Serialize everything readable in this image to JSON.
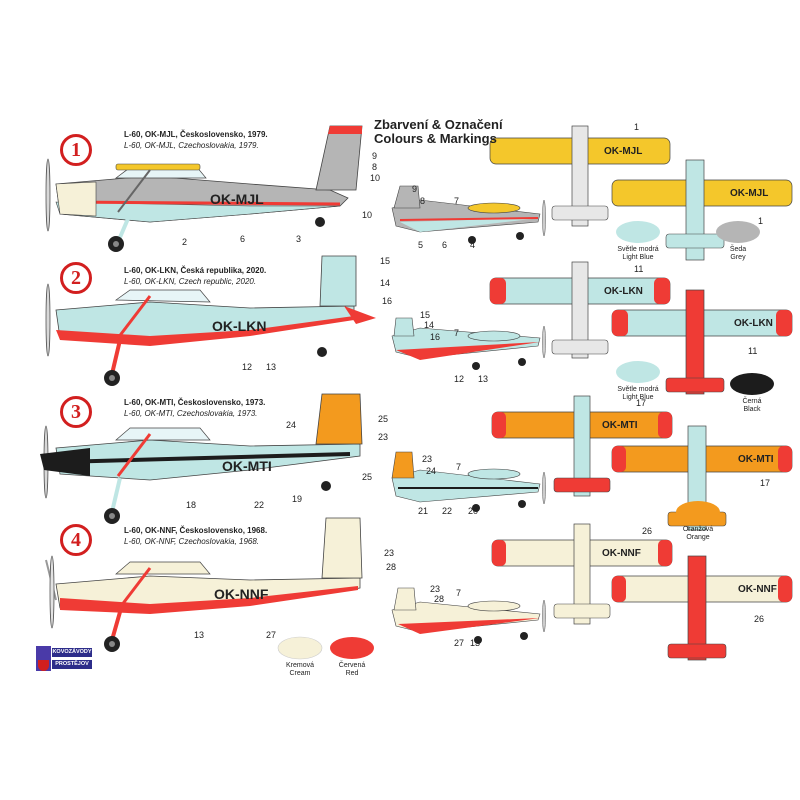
{
  "header": {
    "title_line1": "Zbarvení & Označení",
    "title_line2": "Colours & Markings"
  },
  "colors": {
    "grey": "#b5b5b5",
    "light_blue": "#bfe6e4",
    "red": "#ef3b35",
    "yellow": "#f4c72b",
    "orange": "#f39a1e",
    "cream": "#f6f1d8",
    "black": "#1c1c1c",
    "badge_red": "#d21f1f"
  },
  "schemes": [
    {
      "badge": "1",
      "caption_cz": "L-60, OK-MJL, Československo, 1979.",
      "caption_en": "L-60, OK-MJL, Czechoslovakia, 1979.",
      "registration": "OK-MJL",
      "callouts": [
        "9",
        "8",
        "10",
        "2",
        "6",
        "3"
      ],
      "small_callouts": [
        "9",
        "8",
        "7",
        "10",
        "5",
        "6",
        "4"
      ],
      "top_view_callout": "1",
      "bottom_view_callout": "1",
      "swatches": [
        {
          "cz": "Světle modrá",
          "en": "Light Blue"
        },
        {
          "cz": "Šeda",
          "en": "Grey"
        }
      ]
    },
    {
      "badge": "2",
      "caption_cz": "L-60, OK-LKN, Česká republika, 2020.",
      "caption_en": "L-60, OK-LKN, Czech republic, 2020.",
      "registration": "OK-LKN",
      "callouts": [
        "15",
        "14",
        "16",
        "12",
        "13"
      ],
      "small_callouts": [
        "15",
        "14",
        "16",
        "7",
        "12",
        "13"
      ],
      "top_view_callout": "11",
      "bottom_view_callout": "11",
      "swatches": [
        {
          "cz": "Světle modrá",
          "en": "Light Blue"
        },
        {
          "cz": "Černá",
          "en": "Black"
        }
      ]
    },
    {
      "badge": "3",
      "caption_cz": "L-60, OK-MTI, Československo, 1973.",
      "caption_en": "L-60, OK-MTI, Czechoslovakia, 1973.",
      "registration": "OK-MTI",
      "callouts": [
        "24",
        "25",
        "23",
        "18",
        "22",
        "19"
      ],
      "small_callouts": [
        "23",
        "24",
        "25",
        "7",
        "21",
        "22",
        "20"
      ],
      "top_view_callout": "17",
      "bottom_view_callout": "17",
      "swatches": [
        {
          "cz": "Oranžová",
          "en": "Orange"
        }
      ]
    },
    {
      "badge": "4",
      "caption_cz": "L-60, OK-NNF, Československo, 1968.",
      "caption_en": "L-60, OK-NNF, Czechoslovakia, 1968.",
      "registration": "OK-NNF",
      "callouts": [
        "23",
        "28",
        "13",
        "27"
      ],
      "small_callouts": [
        "23",
        "28",
        "7",
        "27",
        "13"
      ],
      "top_view_callout": "26",
      "bottom_view_callout": "26",
      "swatches": [
        {
          "cz": "Kremová",
          "en": "Cream"
        },
        {
          "cz": "Červená",
          "en": "Red"
        }
      ]
    }
  ],
  "logo": {
    "line1": "KOVOZÁVODY",
    "line2": "PROSTĚJOV"
  }
}
